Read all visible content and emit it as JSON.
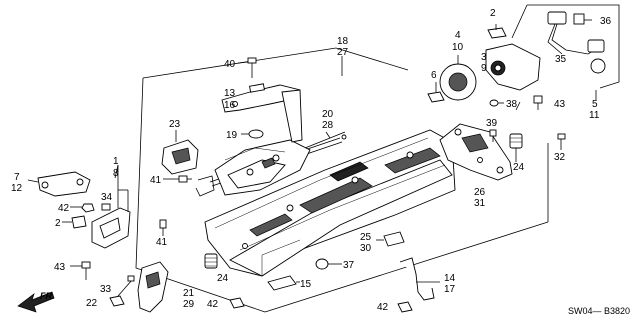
{
  "callouts": {
    "c18": "18",
    "c27": "27",
    "c2a": "2",
    "c36": "36",
    "c4": "4",
    "c10": "10",
    "c3": "3",
    "c9": "9",
    "c35": "35",
    "c40": "40",
    "c6": "6",
    "c38": "38",
    "c43a": "43",
    "c5": "5",
    "c11": "11",
    "c13": "13",
    "c16": "16",
    "c20": "20",
    "c28": "28",
    "c23": "23",
    "c39": "39",
    "c19": "19",
    "c24a": "24",
    "c32": "32",
    "c1": "1",
    "c8": "8",
    "c7": "7",
    "c12": "12",
    "c41a": "41",
    "c34": "34",
    "c42a": "42",
    "c2b": "2",
    "c26": "26",
    "c31": "31",
    "c41b": "41",
    "c25": "25",
    "c30": "30",
    "c43b": "43",
    "c24b": "24",
    "c37": "37",
    "c14": "14",
    "c17": "17",
    "c33": "33",
    "c15": "15",
    "c21": "21",
    "c29": "29",
    "c22": "22",
    "c42b": "42",
    "c42c": "42"
  },
  "fr_label": "FR.",
  "diagram_code": "SW04— B3820"
}
